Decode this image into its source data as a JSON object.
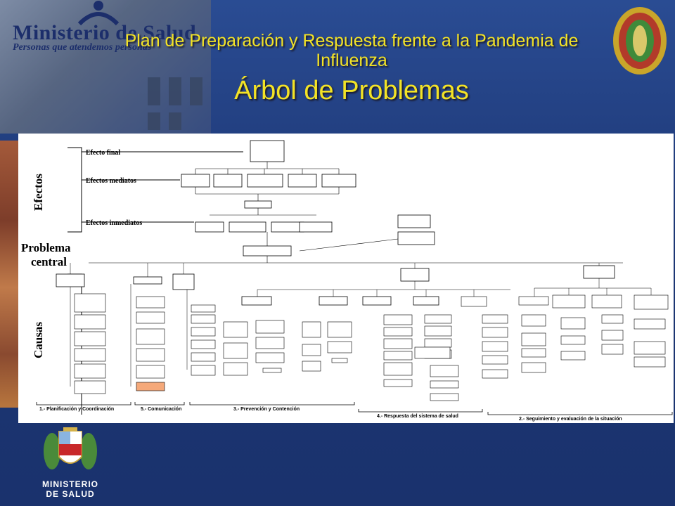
{
  "slide": {
    "title_line": "Plan de Preparación y Respuesta frente a la Pandemia de Influenza",
    "subtitle": "Árbol de Problemas"
  },
  "logo": {
    "line1": "Ministerio de Salud",
    "line2": "Personas que atendemos personas",
    "bottom_line1": "MINISTERIO",
    "bottom_line2": "DE SALUD"
  },
  "tree": {
    "section_effects": "Efectos",
    "section_problem": "Problema central",
    "section_causes": "Causas",
    "level_final": "Efecto final",
    "level_mediate": "Efectos mediatos",
    "level_immediate": "Efectos inmediatos",
    "footers": [
      "1.- Planificación y Coordinación",
      "5.- Comunicación",
      "3.- Prevención y Contención",
      "4.- Respuesta del sistema de salud",
      "2.- Seguimiento y evaluación de la situación"
    ]
  },
  "colors": {
    "title": "#f3e326",
    "background": "#1f3a78",
    "panel": "#ffffff",
    "highlight_box": "#f5a97a"
  }
}
